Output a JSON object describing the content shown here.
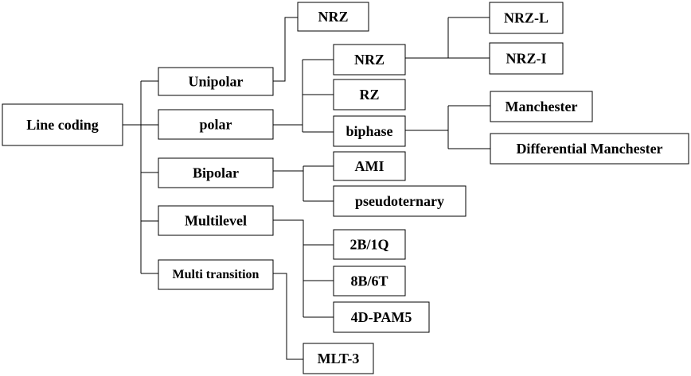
{
  "diagram": {
    "root": "Line coding",
    "level1": {
      "unipolar": "Unipolar",
      "polar": "polar",
      "bipolar": "Bipolar",
      "multilevel": "Multilevel",
      "multitransition": "Multi transition"
    },
    "unipolar_children": {
      "nrz": "NRZ"
    },
    "polar_children": {
      "nrz": "NRZ",
      "rz": "RZ",
      "biphase": "biphase"
    },
    "nrz_children": {
      "nrz_l": "NRZ-L",
      "nrz_i": "NRZ-I"
    },
    "biphase_children": {
      "manchester": "Manchester",
      "differential_manchester": "Differential Manchester"
    },
    "bipolar_children": {
      "ami": "AMI",
      "pseudoternary": "pseudoternary"
    },
    "multilevel_children": {
      "2b1q": "2B/1Q",
      "8b6t": "8B/6T",
      "4d_pam5": "4D-PAM5"
    },
    "multitransition_children": {
      "mlt3": "MLT-3"
    }
  }
}
